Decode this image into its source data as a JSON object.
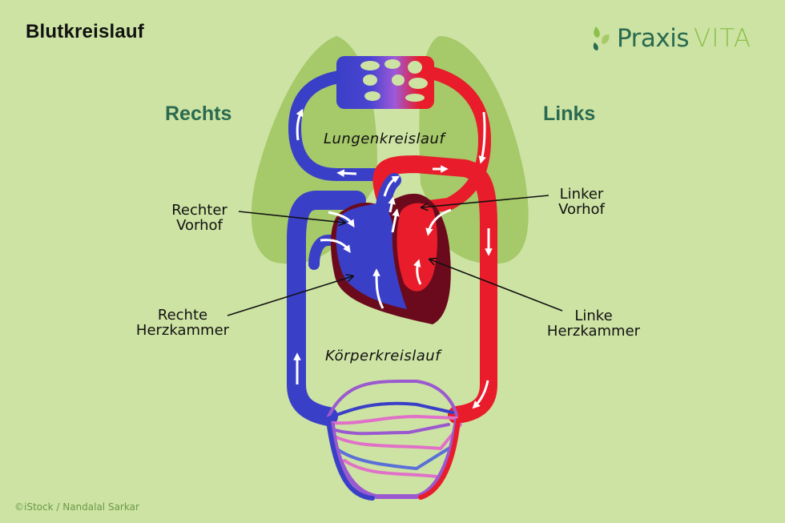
{
  "title": "Blutkreislauf",
  "logo": {
    "brand_part1": "Praxis",
    "brand_part2": "VITA",
    "icon": "leaf-drops-icon"
  },
  "sides": {
    "right": "Rechts",
    "left": "Links"
  },
  "circulations": {
    "pulmonary": "Lungenkreislauf",
    "systemic": "Körperkreislauf"
  },
  "labels": {
    "right_atrium": [
      "Rechter",
      "Vorhof"
    ],
    "right_ventricle": [
      "Rechte",
      "Herzkammer"
    ],
    "left_atrium": [
      "Linker",
      "Vorhof"
    ],
    "left_ventricle": [
      "Linke",
      "Herzkammer"
    ]
  },
  "credit": "©iStock / Nandalal Sarkar",
  "colors": {
    "background": "#cde3a3",
    "lungs": "#a6c96a",
    "deoxygenated": "#3a3fc8",
    "oxygenated": "#e81c2a",
    "heart_wall": "#6b0a1c",
    "mixed": "#9b59d0",
    "heading": "#2a6a50",
    "logo_light": "#8cc04b"
  }
}
